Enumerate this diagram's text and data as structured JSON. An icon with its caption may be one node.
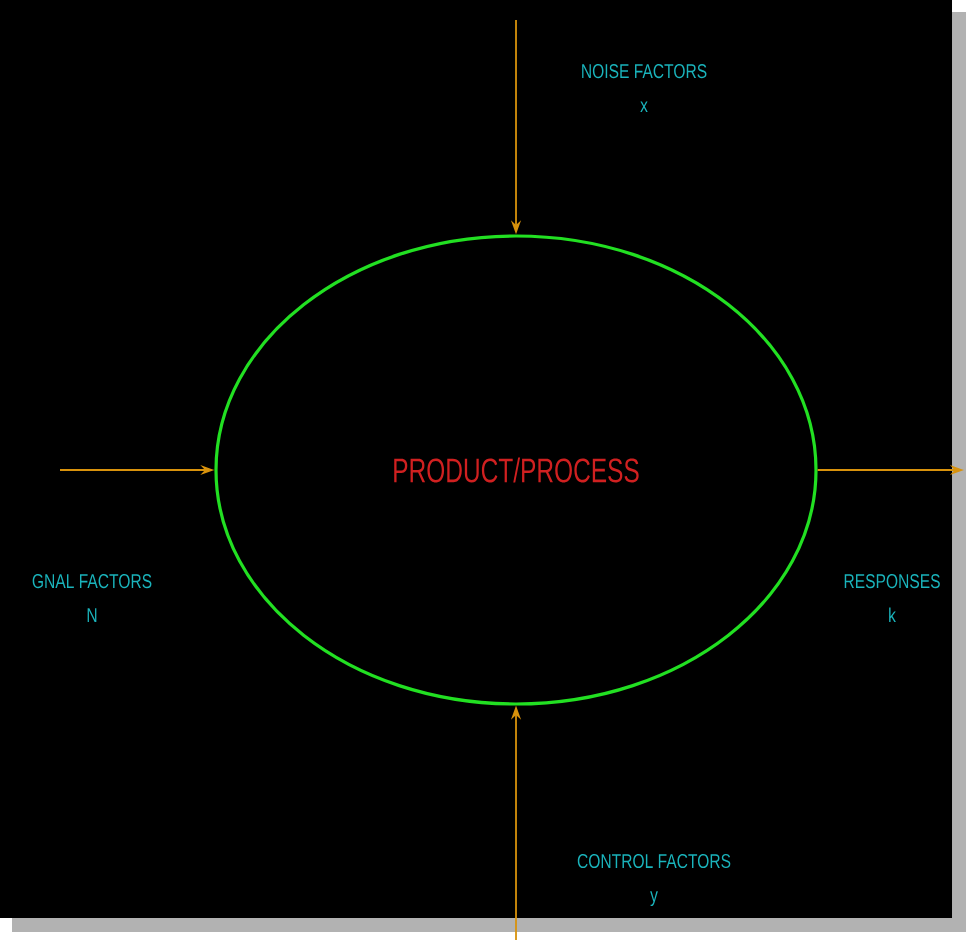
{
  "diagram": {
    "nodes": [
      {
        "text": [
          "PRODUCT/PROCESS"
        ]
      },
      {
        "text": [
          "NOISE FACTORS",
          "x"
        ]
      },
      {
        "text": [
          "GNAL FACTORS",
          "N"
        ]
      },
      {
        "text": [
          "RESPONSES",
          "k"
        ]
      },
      {
        "text": [
          "CONTROL FACTORS",
          "y"
        ]
      }
    ],
    "edges": [
      {
        "from": 1,
        "to": 0,
        "arrow": "to"
      },
      {
        "from": 2,
        "to": 0,
        "arrow": "to"
      },
      {
        "from": 0,
        "to": 3,
        "arrow": "to"
      },
      {
        "from": 4,
        "to": 0,
        "arrow": "to"
      }
    ]
  }
}
